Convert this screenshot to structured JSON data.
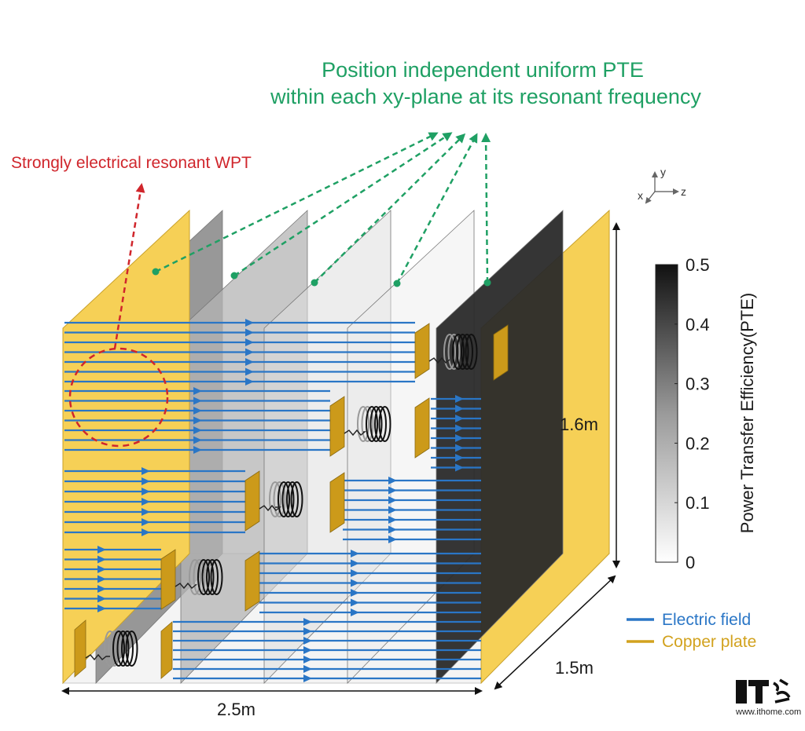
{
  "header": {
    "line1": "Position independent uniform PTE",
    "line2": "within each xy-plane at its resonant frequency"
  },
  "annotation": {
    "resonant_wpt": "Strongly electrical resonant WPT"
  },
  "axes": {
    "y": "y",
    "x": "x",
    "z": "z"
  },
  "dimensions": {
    "height": "1.6m",
    "width": "2.5m",
    "depth": "1.5m"
  },
  "colorbar": {
    "title": "Power Transfer Efficiency(PTE)",
    "ticks": [
      "0.5",
      "0.4",
      "0.3",
      "0.2",
      "0.1",
      "0"
    ]
  },
  "legend": {
    "items": [
      {
        "label": "Electric field",
        "color": "#2a76c6"
      },
      {
        "label": "Copper plate",
        "color": "#d2a21e"
      }
    ]
  },
  "watermark": {
    "brand": "IT之家",
    "url": "www.ithome.com"
  },
  "colors": {
    "copper": "#f6d056",
    "copper_dark": "#cc9a1a",
    "field": "#2a76c6",
    "green": "#1fa064",
    "red": "#d0262c"
  }
}
